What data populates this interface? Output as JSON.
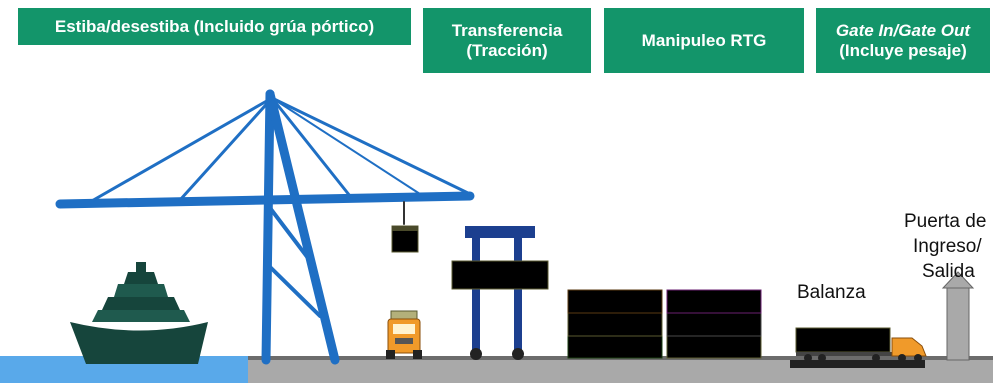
{
  "headers": {
    "stowage": "Estiba/desestiba (Incluido grúa pórtico)",
    "transfer_line1": "Transferencia",
    "transfer_line2": "(Tracción)",
    "rtg": "Manipuleo RTG",
    "gate_line1": "Gate In/Gate Out",
    "gate_line2": "(Incluye pesaje)"
  },
  "labels": {
    "scale": "Balanza",
    "gate_line1": "Puerta de",
    "gate_line2": "Ingreso/",
    "gate_line3": "Salida"
  },
  "colors": {
    "header_green": "#13956a",
    "crane_blue": "#1f6fc4",
    "ship_dark": "#16453c",
    "sea": "#59a9ea",
    "ground": "#a9a9a9"
  }
}
